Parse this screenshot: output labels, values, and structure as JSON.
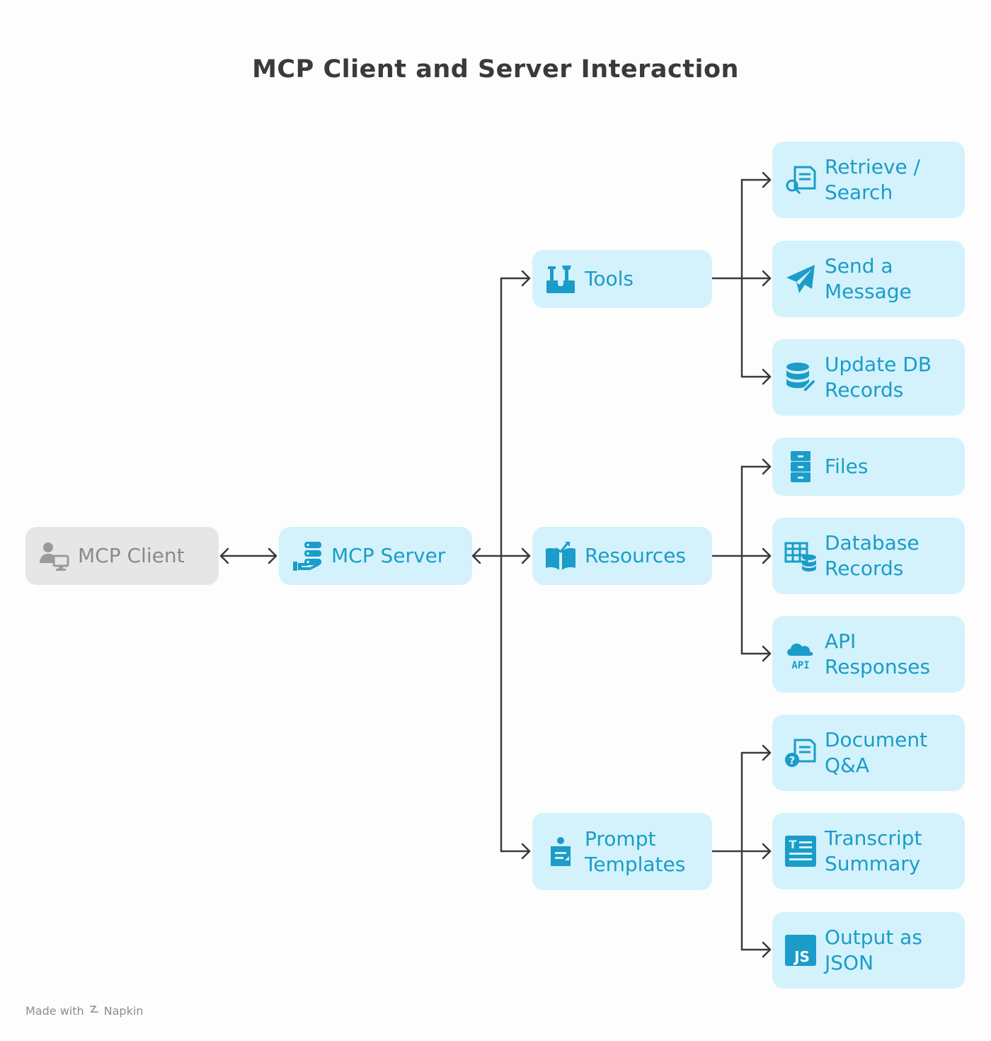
{
  "title": "MCP Client and Server Interaction",
  "nodes": {
    "client": {
      "label": "MCP Client",
      "icon": "user-computer-icon"
    },
    "server": {
      "label": "MCP Server",
      "icon": "server-hand-icon"
    },
    "tools": {
      "label": "Tools",
      "icon": "toolbox-icon"
    },
    "resources": {
      "label": "Resources",
      "icon": "open-book-chart-icon"
    },
    "prompts": {
      "label": "Prompt\nTemplates",
      "icon": "clipboard-user-icon"
    },
    "retrieve": {
      "label": "Retrieve /\nSearch",
      "icon": "document-search-icon"
    },
    "send": {
      "label": "Send a\nMessage",
      "icon": "paper-plane-icon"
    },
    "update": {
      "label": "Update DB\nRecords",
      "icon": "database-edit-icon"
    },
    "files": {
      "label": "Files",
      "icon": "file-cabinet-icon"
    },
    "dbrecords": {
      "label": "Database\nRecords",
      "icon": "table-database-icon"
    },
    "api": {
      "label": "API\nResponses",
      "icon": "cloud-api-icon"
    },
    "docqa": {
      "label": "Document\nQ&A",
      "icon": "document-question-icon"
    },
    "transcript": {
      "label": "Transcript\nSummary",
      "icon": "text-document-icon"
    },
    "json": {
      "label": "Output as\nJSON",
      "icon": "js-icon"
    }
  },
  "footer": {
    "made_with": "Made with",
    "brand": "Napkin"
  },
  "colors": {
    "node_bg": "#d3f2fb",
    "node_text": "#1b9cc9",
    "client_bg": "#e6e6e6",
    "client_text": "#8a8a8a",
    "connector": "#3a3a3a"
  }
}
